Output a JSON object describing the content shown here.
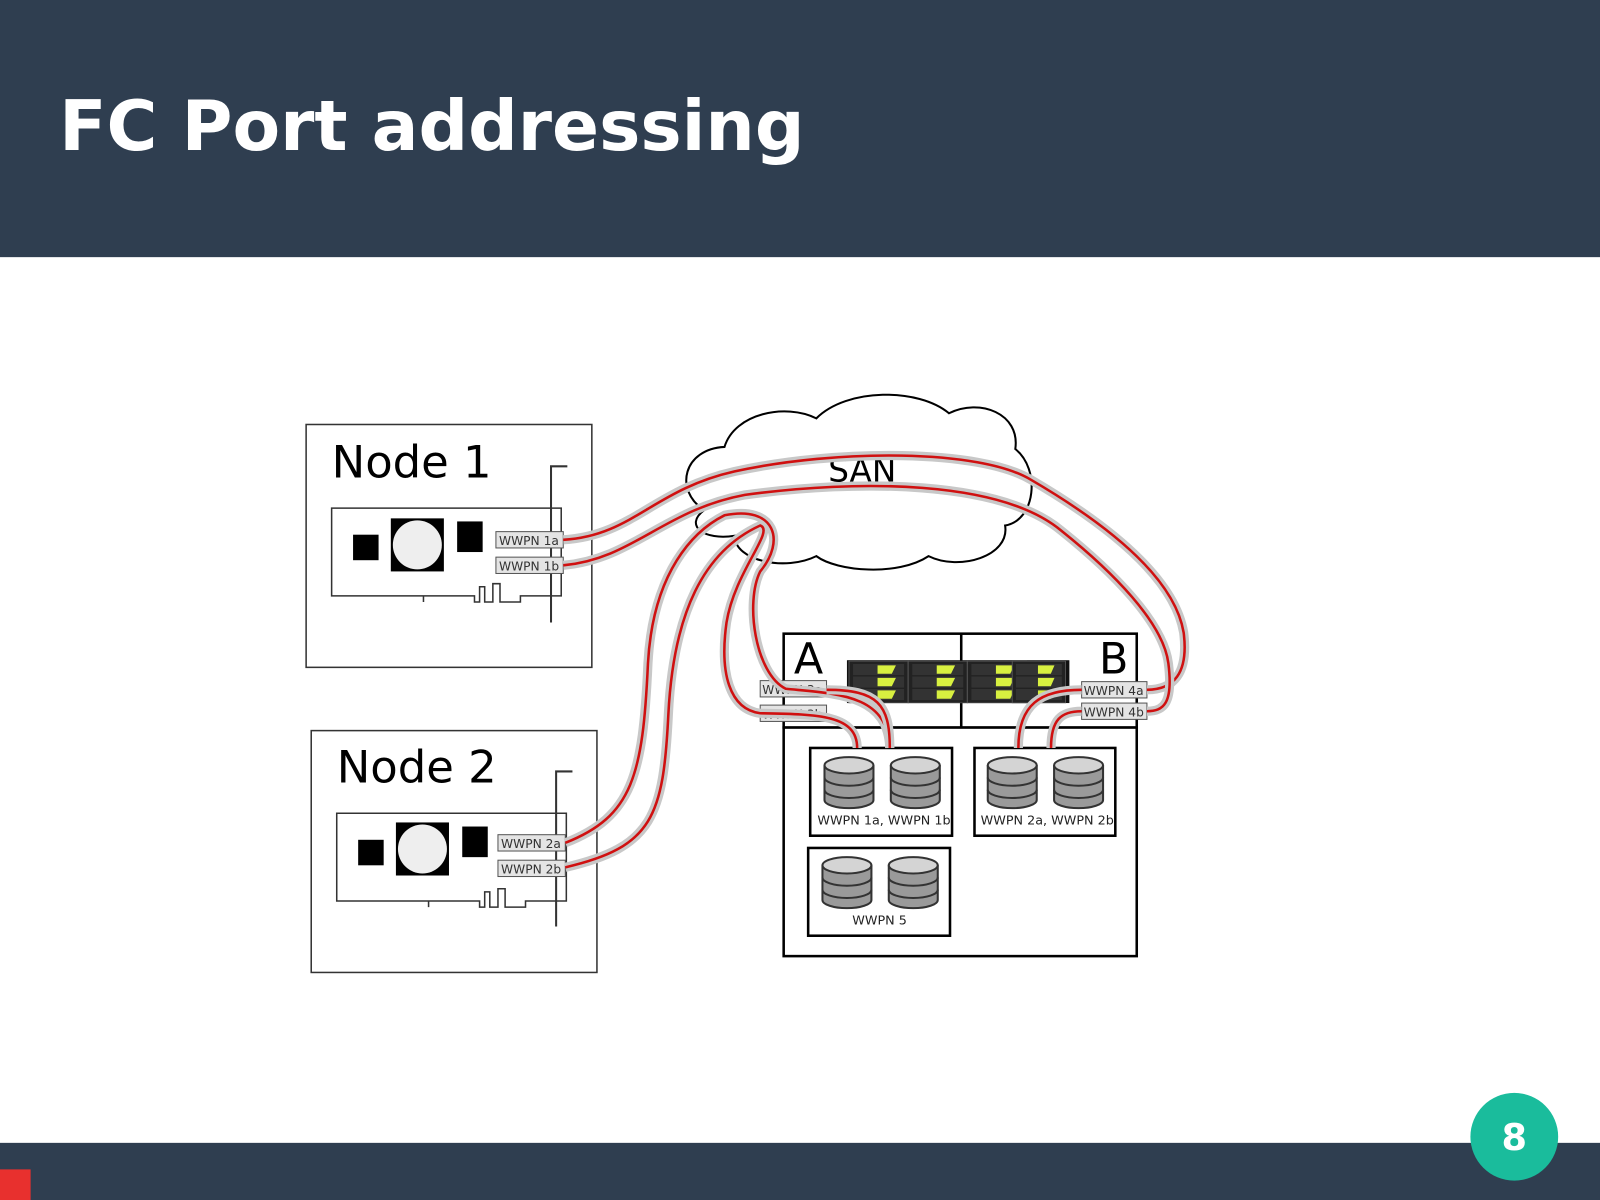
{
  "slide": {
    "title": "FC Port addressing",
    "page_number": "8",
    "colors": {
      "header": "#2f3e50",
      "badge": "#1abc9c",
      "cable": "#d01010",
      "corner": "#e8302e"
    }
  },
  "diagram": {
    "node1": {
      "label": "Node 1",
      "ports": [
        "WWPN 1a",
        "WWPN 1b"
      ]
    },
    "node2": {
      "label": "Node 2",
      "ports": [
        "WWPN 2a",
        "WWPN 2b"
      ]
    },
    "san": {
      "label": "SAN"
    },
    "storage": {
      "controller_a": {
        "label": "A",
        "ports": [
          "WWPN 3a",
          "WWPN 3b"
        ]
      },
      "controller_b": {
        "label": "B",
        "ports": [
          "WWPN 4a",
          "WWPN 4b"
        ]
      },
      "disk_groups": [
        {
          "label": "WWPN 1a, WWPN 1b"
        },
        {
          "label": "WWPN 2a, WWPN 2b"
        },
        {
          "label": "WWPN 5"
        }
      ]
    }
  }
}
